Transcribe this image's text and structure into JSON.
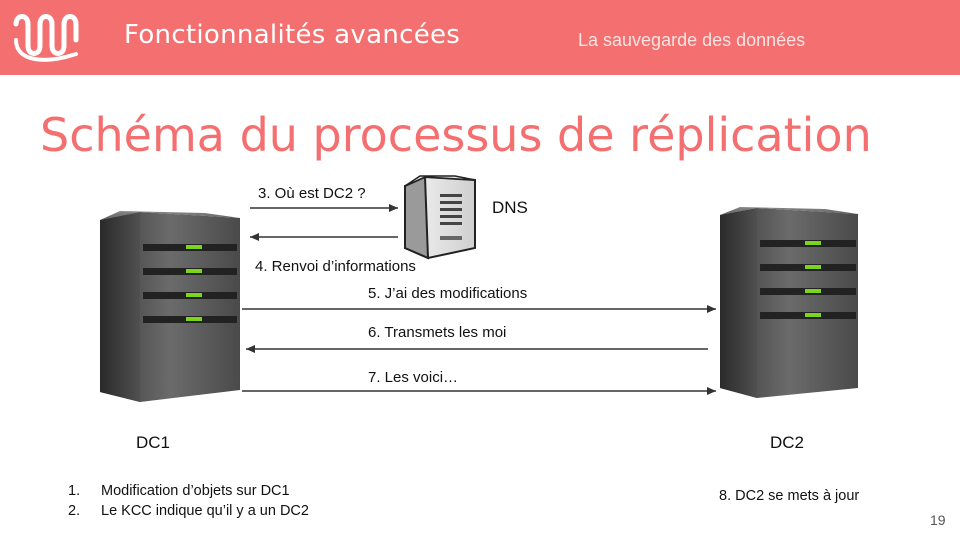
{
  "header": {
    "title": "Fonctionnalités avancées",
    "subtitle": "La sauvegarde des données"
  },
  "slide": {
    "title": "Schéma du processus de réplication",
    "page_number": "19"
  },
  "diagram": {
    "nodes": {
      "dc1": "DC1",
      "dc2": "DC2",
      "dns": "DNS"
    },
    "messages": {
      "m3": "3. Où est DC2 ?",
      "m4": "4. Renvoi d’informations",
      "m5": "5. J’ai des modifications",
      "m6": "6. Transmets les moi",
      "m7": "7. Les voici…"
    },
    "steps_left": [
      {
        "num": "1.",
        "text": "Modification d’objets sur DC1"
      },
      {
        "num": "2.",
        "text": "Le KCC indique qu’il y a un DC2"
      }
    ],
    "step_right": "8. DC2 se mets à jour"
  },
  "colors": {
    "accent": "#f46f6f",
    "led": "#7ed321"
  }
}
